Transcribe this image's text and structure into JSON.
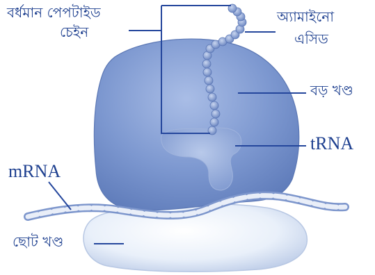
{
  "labels": {
    "growing_chain_line1": "বর্ধমান পেপটাইড",
    "growing_chain_line2": "চেইন",
    "amino_acid_line1": "অ্যামাইনো",
    "amino_acid_line2": "এসিড",
    "large_subunit": "বড় খণ্ড",
    "trna": "tRNA",
    "mrna": "mRNA",
    "small_subunit": "ছোট খণ্ড"
  },
  "colors": {
    "label_text": "#1d3f8f",
    "leader_line": "#24469c",
    "large_subunit": "#6f8cc8",
    "small_subunit": "#eef3fb",
    "mrna_strand": "#8aa3d6",
    "amino_bead": "#7f9bd1"
  }
}
